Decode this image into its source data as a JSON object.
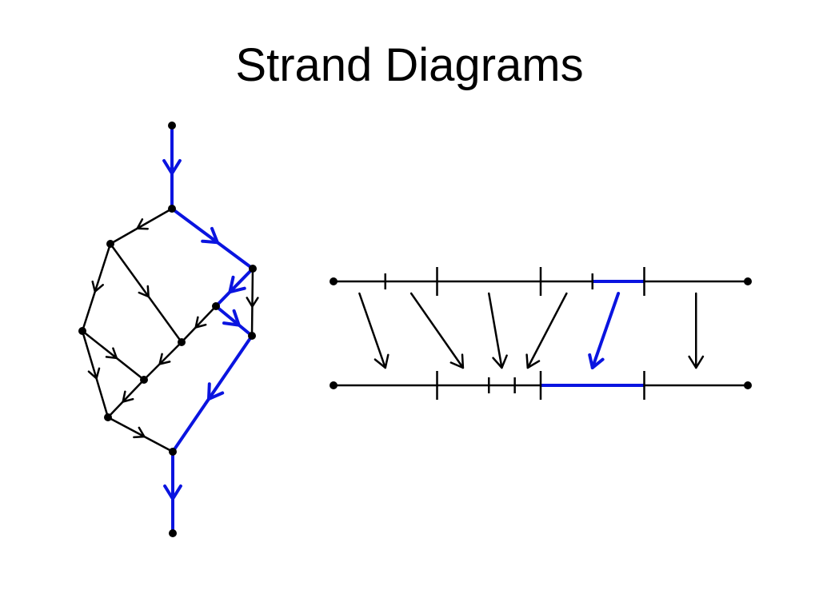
{
  "title": "Strand Diagrams",
  "colors": {
    "background": "#ffffff",
    "ink": "#000000",
    "highlight": "#0a14e0"
  },
  "strand_diagram": {
    "vertices": [
      "top-endpoint",
      "split-top",
      "left-upper",
      "right-upper",
      "left-mid",
      "center-mid",
      "center-right",
      "right-lower",
      "center-lower",
      "left-lower",
      "bottom-merge",
      "bottom-endpoint"
    ],
    "edges": [
      {
        "from": "top-endpoint",
        "to": "split-top",
        "highlighted": true
      },
      {
        "from": "split-top",
        "to": "left-upper",
        "highlighted": false
      },
      {
        "from": "split-top",
        "to": "right-upper",
        "highlighted": true
      },
      {
        "from": "left-upper",
        "to": "left-mid",
        "highlighted": false
      },
      {
        "from": "left-upper",
        "to": "center-mid",
        "highlighted": false
      },
      {
        "from": "right-upper",
        "to": "center-right",
        "highlighted": true
      },
      {
        "from": "right-upper",
        "to": "right-lower",
        "highlighted": false
      },
      {
        "from": "center-right",
        "to": "right-lower",
        "highlighted": true
      },
      {
        "from": "center-right",
        "to": "center-mid",
        "highlighted": false
      },
      {
        "from": "left-mid",
        "to": "center-lower",
        "highlighted": false
      },
      {
        "from": "center-mid",
        "to": "center-lower",
        "highlighted": false
      },
      {
        "from": "left-mid",
        "to": "left-lower",
        "highlighted": false
      },
      {
        "from": "center-lower",
        "to": "left-lower",
        "highlighted": false
      },
      {
        "from": "left-lower",
        "to": "bottom-merge",
        "highlighted": false
      },
      {
        "from": "right-lower",
        "to": "bottom-merge",
        "highlighted": true
      },
      {
        "from": "bottom-merge",
        "to": "bottom-endpoint",
        "highlighted": true
      }
    ]
  },
  "interval_map": {
    "top_breakpoints": [
      0.125,
      0.25,
      0.5,
      0.625,
      0.75
    ],
    "bottom_breakpoints": [
      0.25,
      0.375,
      0.4375,
      0.5,
      0.75
    ],
    "highlighted_source": [
      0.625,
      0.75
    ],
    "highlighted_target": [
      0.5,
      0.75
    ],
    "mapping_arrows": [
      {
        "from": "top-segment-1",
        "to": "bottom-segment-1",
        "highlighted": false
      },
      {
        "from": "top-segment-2",
        "to": "bottom-segment-2",
        "highlighted": false
      },
      {
        "from": "top-segment-3",
        "to": "bottom-segment-3",
        "highlighted": false
      },
      {
        "from": "top-segment-4",
        "to": "bottom-segment-4",
        "highlighted": false
      },
      {
        "from": "top-segment-5",
        "to": "bottom-segment-5",
        "highlighted": true
      },
      {
        "from": "top-segment-6",
        "to": "bottom-segment-6",
        "highlighted": false
      }
    ]
  }
}
